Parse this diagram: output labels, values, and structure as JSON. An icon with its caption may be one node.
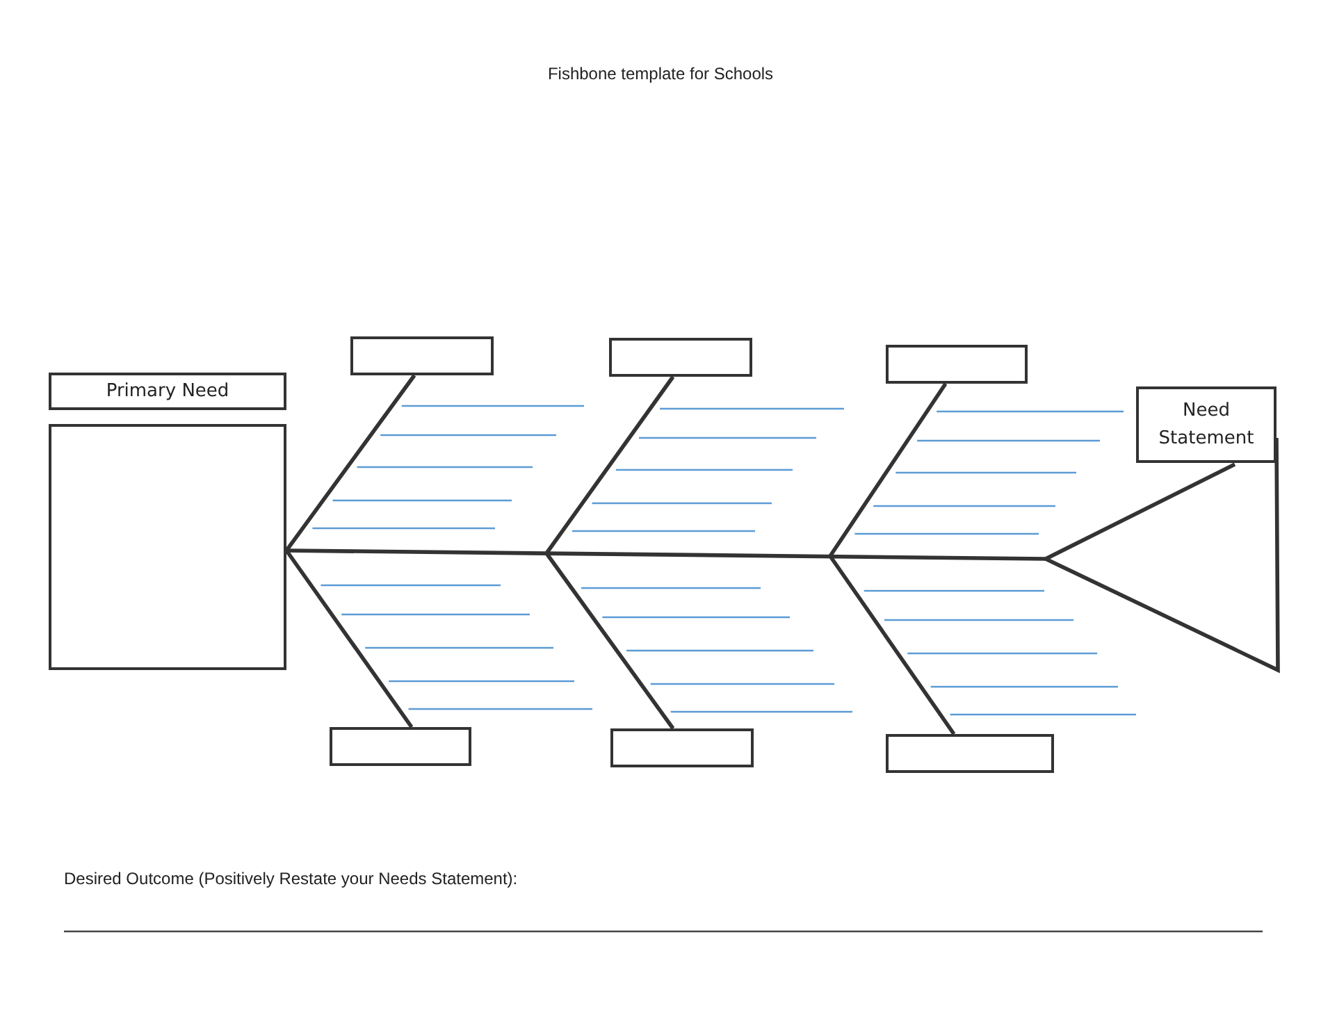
{
  "diagram": {
    "title": "Fishbone template for Schools",
    "nodes": [
      {
        "text": [
          "Primary Need"
        ]
      },
      {
        "text": [],
        "shape": "box"
      },
      {
        "text": [],
        "shape": "box"
      },
      {
        "text": [],
        "shape": "box"
      },
      {
        "text": [],
        "shape": "box"
      },
      {
        "text": [
          "Need Statement"
        ]
      },
      {
        "text": [],
        "shape": "triangle"
      },
      {
        "text": [],
        "shape": "box"
      },
      {
        "text": [],
        "shape": "box"
      },
      {
        "text": [],
        "shape": "box"
      }
    ],
    "edges": [
      {
        "from": 6,
        "to": 1,
        "arrow": "none"
      },
      {
        "from": 2,
        "to": 1,
        "arrow": "none"
      },
      {
        "from": 7,
        "to": 1,
        "arrow": "none"
      },
      {
        "from": 3,
        "to": null,
        "arrow": "none"
      },
      {
        "from": 8,
        "to": null,
        "arrow": "none"
      },
      {
        "from": 4,
        "to": null,
        "arrow": "none"
      },
      {
        "from": 9,
        "to": null,
        "arrow": "none"
      }
    ],
    "labels": [
      "Desired Outcome (Positively Restate your Needs Statement):"
    ]
  }
}
